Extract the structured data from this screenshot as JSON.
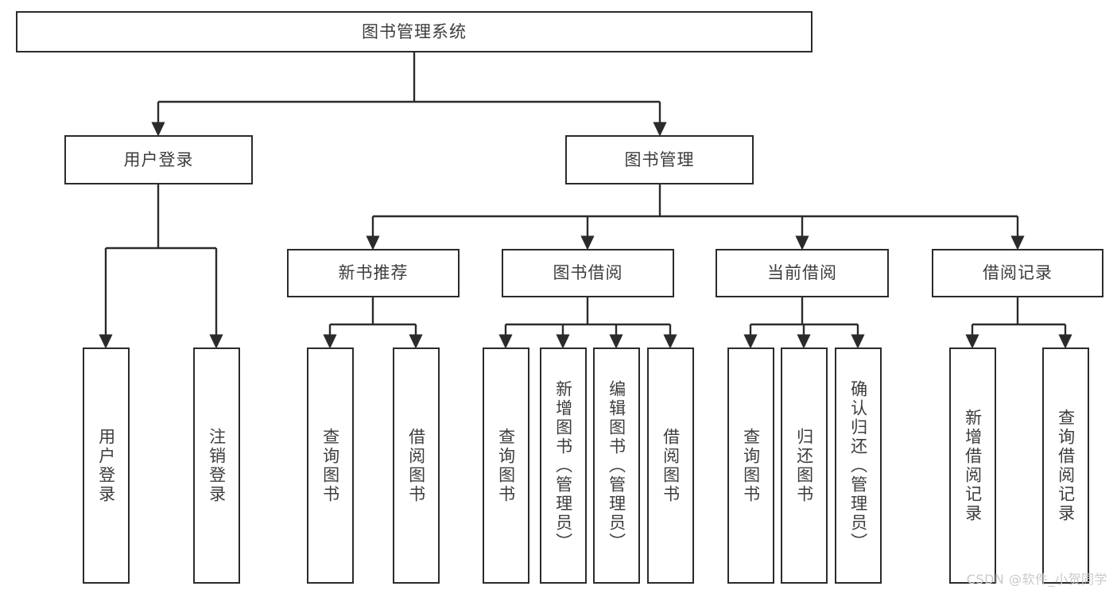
{
  "diagram": {
    "type": "tree",
    "orientation": "top-down",
    "root": {
      "id": "root",
      "label": "图书管理系统",
      "text_direction": "horizontal"
    },
    "level2": [
      {
        "id": "user-login",
        "label": "用户登录",
        "text_direction": "horizontal"
      },
      {
        "id": "book-management",
        "label": "图书管理",
        "text_direction": "horizontal"
      }
    ],
    "level3": [
      {
        "id": "new-book-recommend",
        "label": "新书推荐",
        "text_direction": "horizontal",
        "parent": "book-management"
      },
      {
        "id": "book-borrow",
        "label": "图书借阅",
        "text_direction": "horizontal",
        "parent": "book-management"
      },
      {
        "id": "current-borrow",
        "label": "当前借阅",
        "text_direction": "horizontal",
        "parent": "book-management"
      },
      {
        "id": "borrow-record",
        "label": "借阅记录",
        "text_direction": "horizontal",
        "parent": "book-management"
      }
    ],
    "leaves": [
      {
        "id": "leaf-user-login",
        "label": "用户登录",
        "text_direction": "vertical",
        "parent": "user-login"
      },
      {
        "id": "leaf-user-logout",
        "label": "注销登录",
        "text_direction": "vertical",
        "parent": "user-login"
      },
      {
        "id": "leaf-query-book-1",
        "label": "查询图书",
        "text_direction": "vertical",
        "parent": "new-book-recommend"
      },
      {
        "id": "leaf-borrow-book-1",
        "label": "借阅图书",
        "text_direction": "vertical",
        "parent": "new-book-recommend"
      },
      {
        "id": "leaf-query-book-2",
        "label": "查询图书",
        "text_direction": "vertical",
        "parent": "book-borrow"
      },
      {
        "id": "leaf-add-book",
        "label": "新增图书（管理员）",
        "text_direction": "vertical",
        "parent": "book-borrow"
      },
      {
        "id": "leaf-edit-book",
        "label": "编辑图书（管理员）",
        "text_direction": "vertical",
        "parent": "book-borrow"
      },
      {
        "id": "leaf-borrow-book-2",
        "label": "借阅图书",
        "text_direction": "vertical",
        "parent": "book-borrow"
      },
      {
        "id": "leaf-query-book-3",
        "label": "查询图书",
        "text_direction": "vertical",
        "parent": "current-borrow"
      },
      {
        "id": "leaf-return-book",
        "label": "归还图书",
        "text_direction": "vertical",
        "parent": "current-borrow"
      },
      {
        "id": "leaf-confirm-return",
        "label": "确认归还（管理员）",
        "text_direction": "vertical",
        "parent": "current-borrow"
      },
      {
        "id": "leaf-add-record",
        "label": "新增借阅记录",
        "text_direction": "vertical",
        "parent": "borrow-record"
      },
      {
        "id": "leaf-query-record",
        "label": "查询借阅记录",
        "text_direction": "vertical",
        "parent": "borrow-record"
      }
    ],
    "colors": {
      "stroke": "#2b2b2b",
      "text": "#3d3d3d",
      "background": "#ffffff",
      "watermark": "#c9c9c9"
    }
  },
  "watermark": {
    "text": "CSDN @软件_小贺同学"
  }
}
